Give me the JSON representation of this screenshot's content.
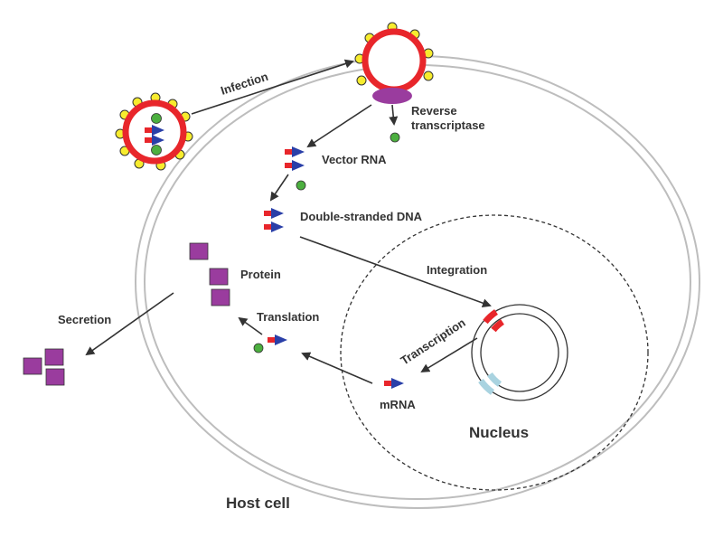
{
  "labels": {
    "infection": "Infection",
    "reverse_transcriptase_line1": "Reverse",
    "reverse_transcriptase_line2": "transcriptase",
    "vector_rna": "Vector RNA",
    "double_stranded_dna": "Double-stranded DNA",
    "integration": "Integration",
    "protein": "Protein",
    "translation": "Translation",
    "transcription": "Transcription",
    "mrna": "mRNA",
    "secretion": "Secretion",
    "nucleus": "Nucleus",
    "host_cell": "Host cell"
  },
  "colors": {
    "virus_ring": "#e8262b",
    "virus_knob": "#f7ec2e",
    "membrane": "#bdbdbd",
    "rt_enzyme": "#9a3c9e",
    "green_dot": "#4caf3f",
    "rna_red": "#e8262b",
    "rna_blue": "#2a3fa8",
    "protein": "#9a3c9e",
    "integrated_segment": "#e8262b",
    "light_segment": "#a9d3e0",
    "text": "#333333"
  }
}
